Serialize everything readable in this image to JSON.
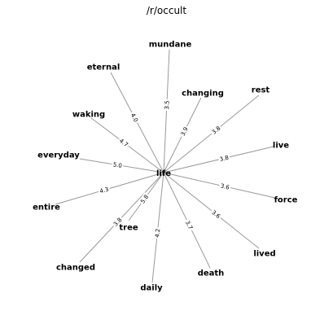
{
  "title": "/r/occult",
  "center": {
    "label": "life"
  },
  "edges": [
    {
      "label": "mundane",
      "weight": "3.5"
    },
    {
      "label": "eternal",
      "weight": "4.0"
    },
    {
      "label": "changing",
      "weight": "3.9"
    },
    {
      "label": "rest",
      "weight": "3.8"
    },
    {
      "label": "waking",
      "weight": "4.7"
    },
    {
      "label": "live",
      "weight": "3.8"
    },
    {
      "label": "everyday",
      "weight": "5.0"
    },
    {
      "label": "force",
      "weight": "3.6"
    },
    {
      "label": "entire",
      "weight": "4.3"
    },
    {
      "label": "tree",
      "weight": "5.8"
    },
    {
      "label": "lived",
      "weight": "3.6"
    },
    {
      "label": "changed",
      "weight": "3.8"
    },
    {
      "label": "death",
      "weight": "3.7"
    },
    {
      "label": "daily",
      "weight": "4.2"
    }
  ],
  "colors": {
    "edge": "#999999",
    "text": "#000000",
    "background": "#ffffff"
  }
}
